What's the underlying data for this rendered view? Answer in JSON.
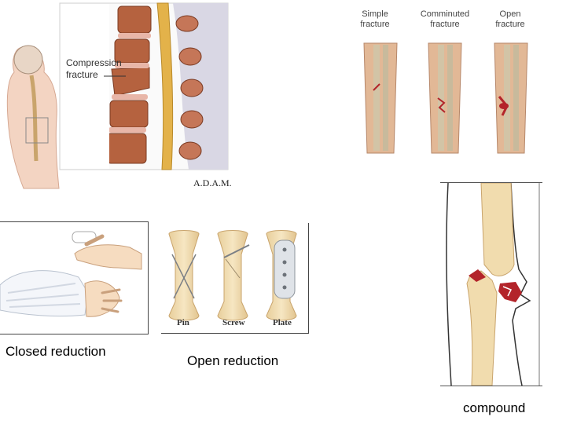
{
  "slide": {
    "captions": {
      "closed_reduction": "Closed reduction",
      "open_reduction": "Open reduction",
      "compound": "compound"
    }
  },
  "spine_figure": {
    "callout": "Compression fracture",
    "logo": "A.D.A.M."
  },
  "fracture_types_figure": {
    "labels": [
      "Simple fracture",
      "Comminuted fracture",
      "Open fracture"
    ]
  },
  "fixation_figure": {
    "labels": [
      "Pin",
      "Screw",
      "Plate"
    ]
  },
  "colors": {
    "bone": "#f1dcae",
    "bone_edge": "#c9a46c",
    "vertebra": "#b5623f",
    "spinal_cord": "#e3b24a",
    "blood": "#b3242a"
  }
}
